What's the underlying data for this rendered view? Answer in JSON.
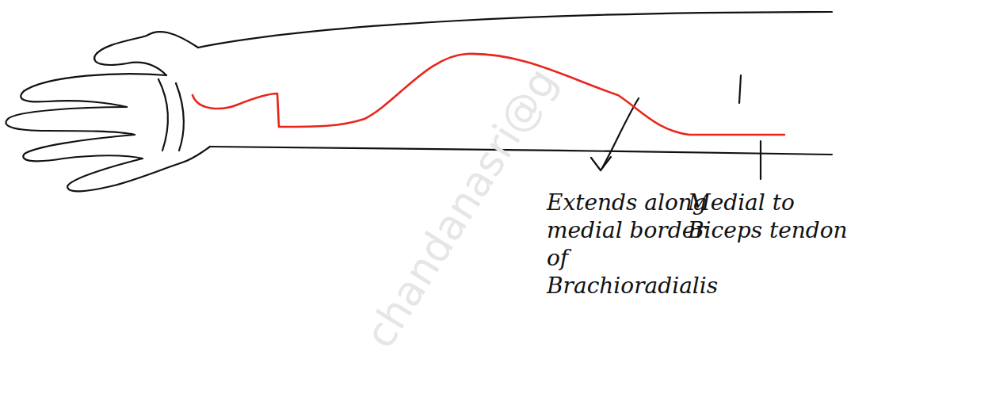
{
  "diagram": {
    "labels": [
      "Extends along medial border of Brachioradialis",
      "Medial to Biceps tendon",
      "chandanasri@g"
    ]
  }
}
